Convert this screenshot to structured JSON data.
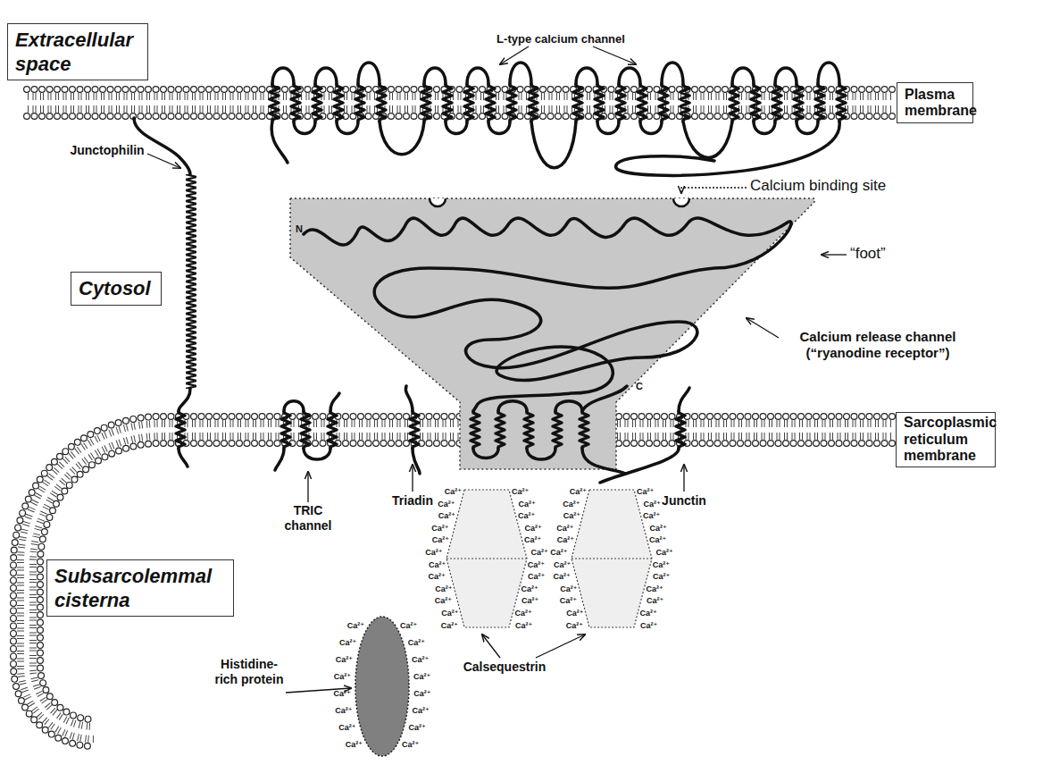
{
  "diagram": {
    "nodes": [
      {
        "text": [
          "Extracellular space"
        ]
      },
      {
        "text": [
          "Plasma membrane"
        ]
      },
      {
        "text": [
          "Cytosol"
        ]
      },
      {
        "text": [
          "Sarcoplasmic reticulum membrane"
        ]
      },
      {
        "text": [
          "Subsarcolemmal cisterna"
        ]
      }
    ],
    "labels": [
      "L-type calcium channel",
      "Junctophilin",
      "Calcium binding site",
      "“foot”",
      "N",
      "Calcium release channel (“ryanodine receptor”)",
      "C",
      "TRIC channel",
      "Triadin",
      "Junctin",
      "Histidine-rich protein",
      "Calsequestrin",
      "Ca²⁺",
      "Ca²⁺",
      "Ca²⁺",
      "Ca²⁺",
      "Ca²⁺",
      "Ca²⁺",
      "Ca²⁺",
      "Ca²⁺",
      "Ca²⁺",
      "Ca²⁺",
      "Ca²⁺",
      "Ca²⁺",
      "Ca²⁺",
      "Ca²⁺",
      "Ca²⁺",
      "Ca²⁺",
      "Ca²⁺",
      "Ca²⁺",
      "Ca²⁺",
      "Ca²⁺",
      "Ca²⁺",
      "Ca²⁺",
      "Ca²⁺",
      "Ca²⁺",
      "Ca²⁺",
      "Ca²⁺",
      "Ca²⁺",
      "Ca²⁺",
      "Ca²⁺",
      "Ca²⁺",
      "Ca²⁺",
      "Ca²⁺",
      "Ca²⁺",
      "Ca²⁺",
      "Ca²⁺",
      "Ca²⁺",
      "Ca²⁺",
      "Ca²⁺",
      "Ca²⁺",
      "Ca²⁺",
      "Ca²⁺",
      "Ca²⁺",
      "Ca²⁺",
      "Ca²⁺",
      "Ca²⁺",
      "Ca²⁺",
      "Ca²⁺",
      "Ca²⁺",
      "Ca²⁺",
      "Ca²⁺",
      "Ca²⁺",
      "Ca²⁺",
      "Ca²⁺",
      "Ca²⁺",
      "Ca²⁺",
      "Ca²⁺",
      "Ca²⁺",
      "Ca²⁺",
      "Ca²⁺",
      "Ca²⁺",
      "Ca²⁺",
      "Ca²⁺",
      "Ca²⁺",
      "Ca²⁺"
    ]
  }
}
